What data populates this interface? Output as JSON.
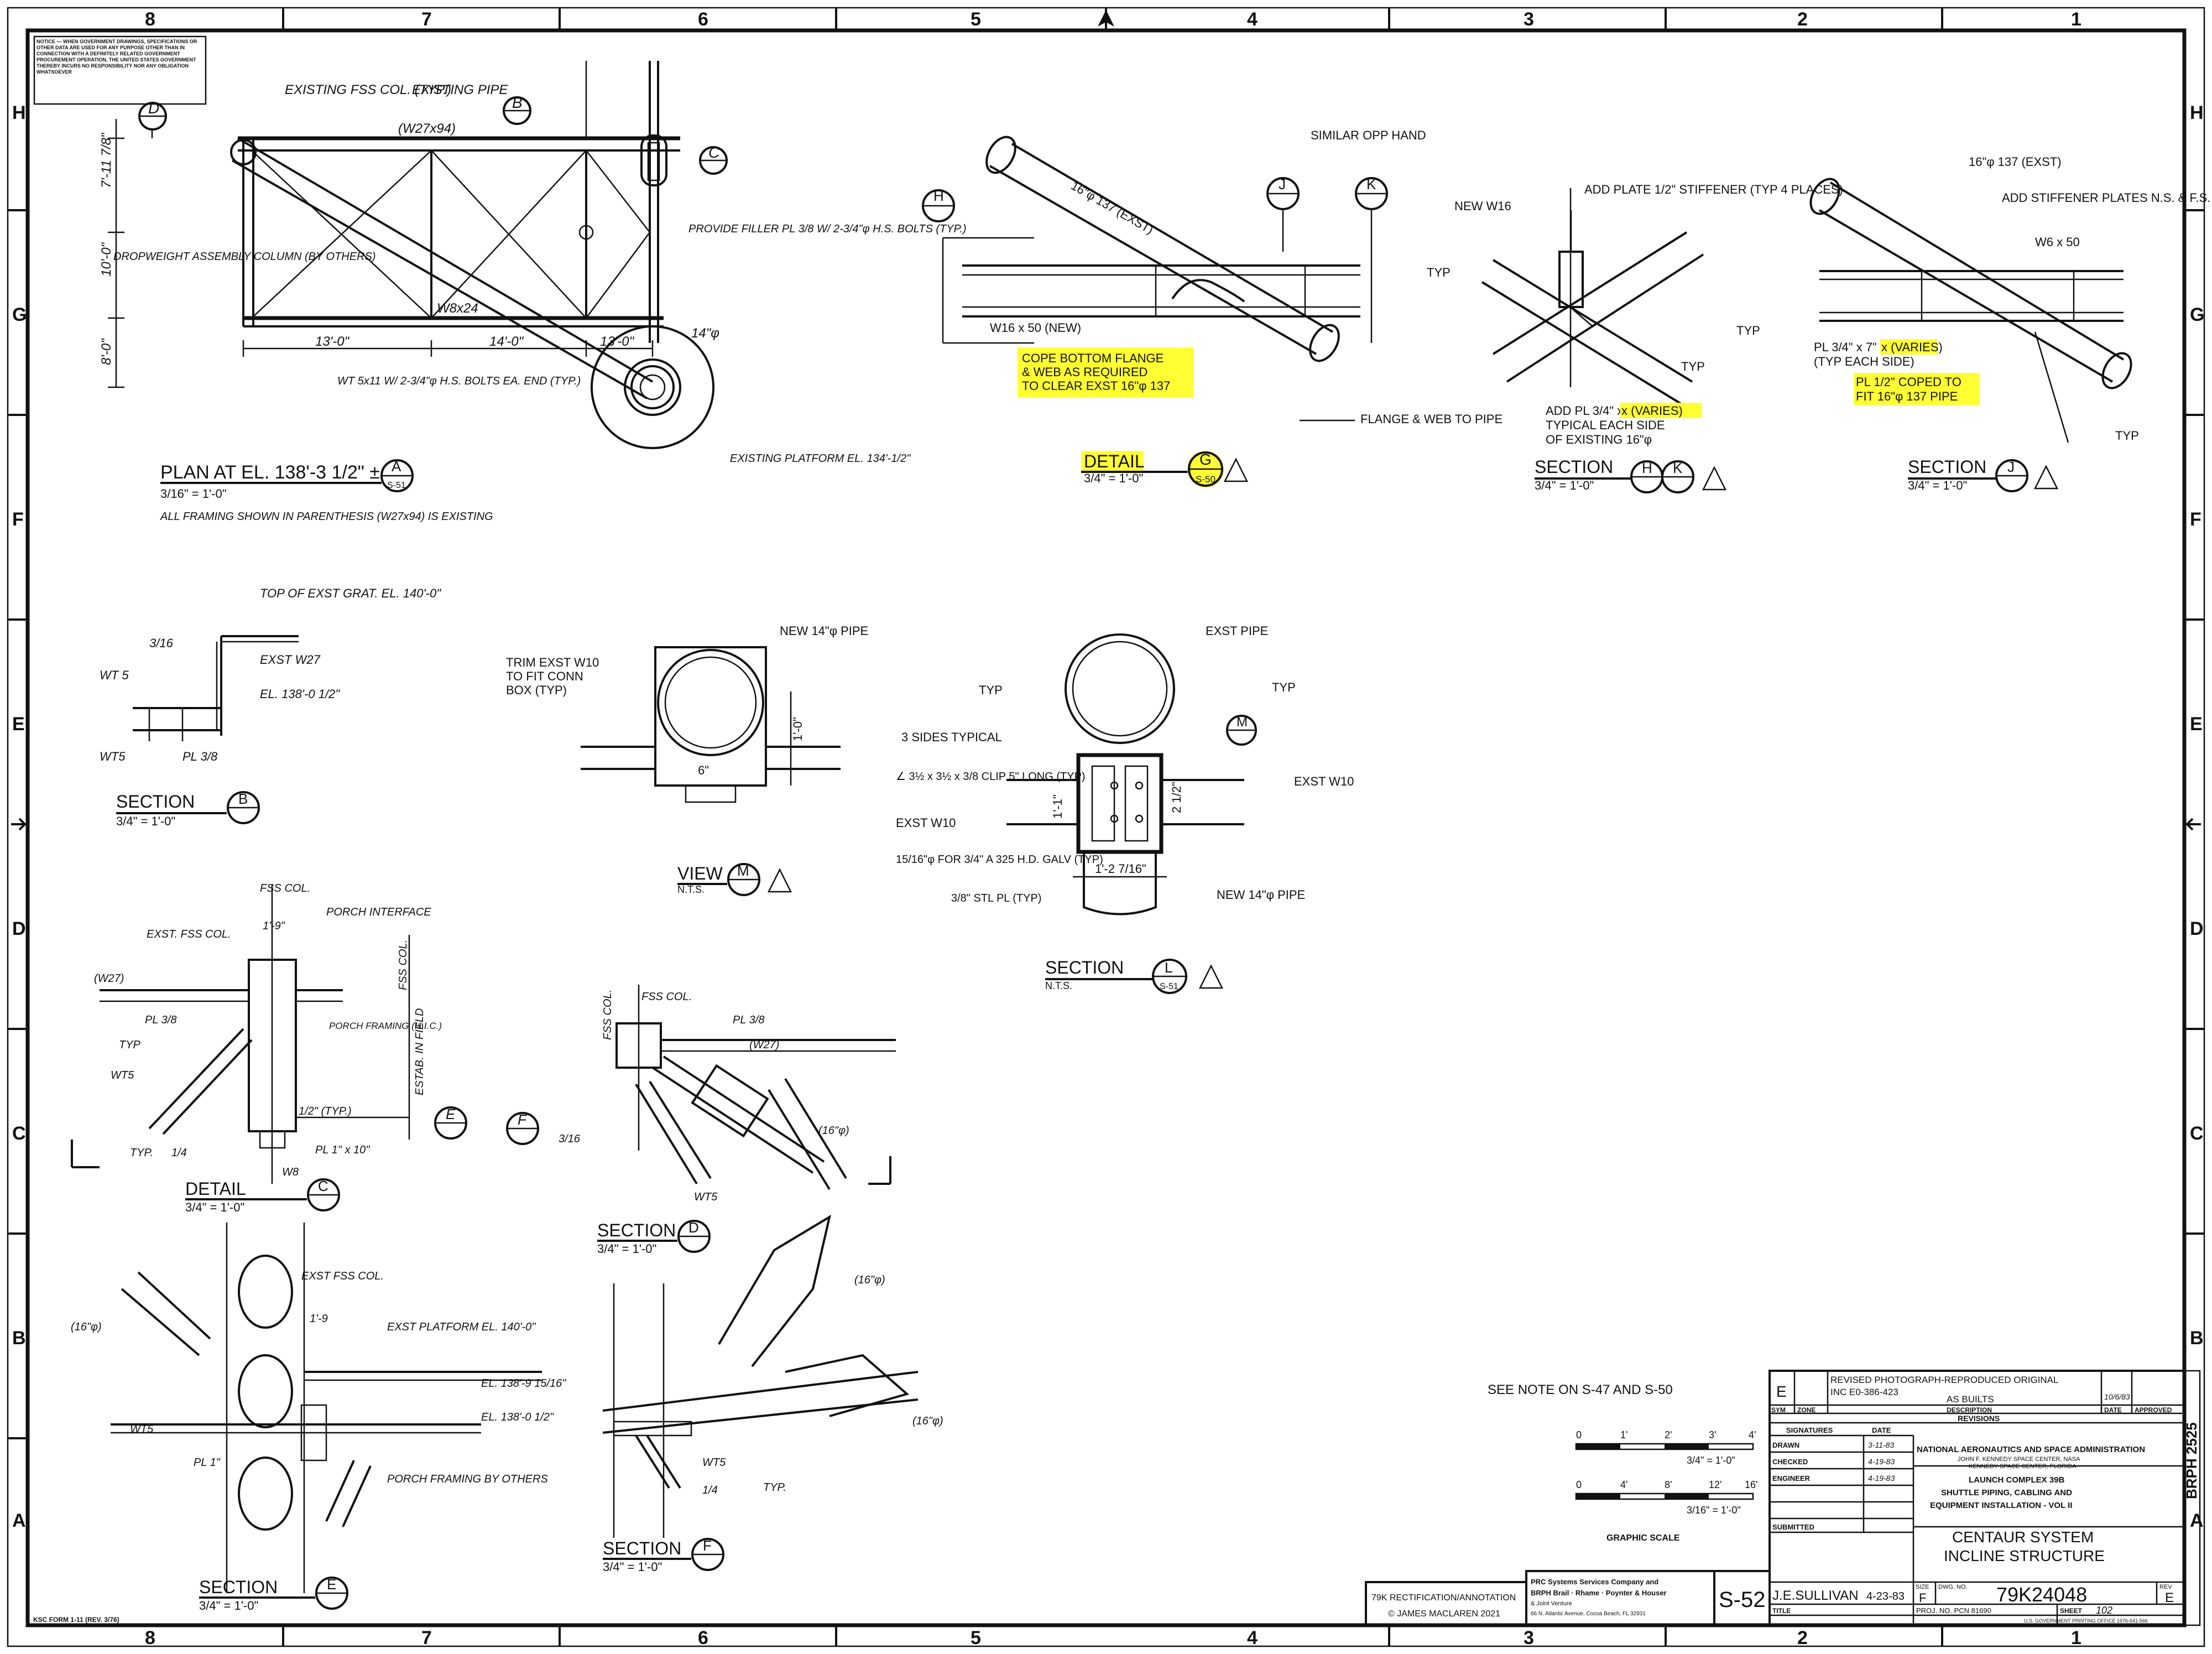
{
  "border": {
    "cols_top": [
      "8",
      "7",
      "6",
      "5",
      "4",
      "3",
      "2",
      "1"
    ],
    "cols_bottom": [
      "8",
      "7",
      "6",
      "5",
      "4",
      "3",
      "2",
      "1"
    ],
    "rows": [
      "H",
      "G",
      "F",
      "E",
      "D",
      "C",
      "B",
      "A"
    ]
  },
  "notice_box": "NOTICE — WHEN GOVERNMENT DRAWINGS, SPECIFICATIONS OR OTHER DATA ARE USED FOR ANY PURPOSE OTHER THAN IN CONNECTION WITH A DEFINITELY RELATED GOVERNMENT PROCUREMENT OPERATION, THE UNITED STATES GOVERNMENT THEREBY INCURS NO RESPONSIBILITY NOR ANY OBLIGATION WHATSOEVER",
  "plan": {
    "title": "PLAN AT EL. 138'-3 1/2\" ±",
    "scale": "3/16\" = 1'-0\"",
    "note": "ALL FRAMING SHOWN IN PARENTHESIS (W27x94) IS EXISTING",
    "ref_letter": "A",
    "ref_sheet": "S-51",
    "labels": {
      "existing_fss": "EXISTING FSS COL. (TYP.)",
      "existing_pipe": "EXISTING PIPE",
      "w27": "(W27x94)",
      "filler": "PROVIDE FILLER PL 3/8 W/ 2-3/4\"φ H.S. BOLTS (TYP.)",
      "dropweight": "DROPWEIGHT ASSEMBLY COLUMN (BY OTHERS)",
      "w8x24": "W8x24",
      "wt5": "WT 5x11 W/ 2-3/4\"φ H.S. BOLTS EA. END (TYP.)",
      "platform": "EXISTING PLATFORM EL. 134'-1/2\"",
      "pipe14": "14\"φ",
      "dim1": "13'-0\"",
      "dim2": "14'-0\"",
      "dim3": "13'-0\"",
      "v1": "7'-11 7/8\"",
      "v2": "10'-0\"",
      "v3": "8'-0\"",
      "bubble_d": "D",
      "bubble_b": "B",
      "bubble_c": "C"
    }
  },
  "detail_g": {
    "similar": "SIMILAR OPP HAND",
    "pipe": "16\"φ 137 (EXST)",
    "beam": "W16 x 50 (NEW)",
    "cope": [
      "COPE BOTTOM FLANGE",
      "& WEB AS REQUIRED",
      "TO CLEAR EXST 16\"φ 137"
    ],
    "flange": "FLANGE & WEB TO PIPE",
    "title": "DETAIL",
    "letter": "G",
    "sheet": "S-50",
    "scale": "3/4\" = 1'-0\"",
    "bubbles": [
      "H",
      "J",
      "K"
    ]
  },
  "section_hk": {
    "new_w16": "NEW W16",
    "plate": "ADD PLATE 1/2\" STIFFENER (TYP 4 PLACES)",
    "add_pl_a": "ADD PL 3/4\" x 7\"",
    "add_pl_b": "x (VARIES)",
    "add_pl_c": "TYPICAL EACH SIDE",
    "add_pl_d": "OF EXISTING 16\"φ",
    "typ": "TYP",
    "title": "SECTION",
    "l1": "H",
    "l2": "K",
    "scale": "3/4\" = 1'-0\""
  },
  "section_j": {
    "pipe": "16\"φ 137 (EXST)",
    "stiff": "ADD STIFFENER PLATES N.S. & F.S.",
    "w6": "W6 x 50",
    "pl_a": "PL 3/4\" x 7\"",
    "pl_b": "x (VARIES)",
    "pl_c": "(TYP EACH SIDE)",
    "pl_d": "PL 1/2\" COPED TO",
    "pl_e": "FIT 16\"φ 137 PIPE",
    "typ": "TYP",
    "title": "SECTION",
    "letter": "J",
    "scale": "3/4\" = 1'-0\""
  },
  "section_b": {
    "top": "TOP OF EXST GRAT. EL. 140'-0\"",
    "w27": "EXST W27",
    "el": "EL. 138'-0 1/2\"",
    "wt5": "WT 5",
    "wt5b": "WT5",
    "pl": "PL 3/8",
    "weld": "3/16",
    "title": "SECTION",
    "letter": "B",
    "scale": "3/4\" = 1'-0\""
  },
  "view_m": {
    "pipe": "NEW 14\"φ PIPE",
    "trim": [
      "TRIM EXST W10",
      "TO FIT CONN",
      "BOX (TYP)"
    ],
    "dim": "1'-0\"",
    "dim2": "6\"",
    "title": "VIEW",
    "letter": "M",
    "scale": "N.T.S."
  },
  "section_l": {
    "exst_pipe": "EXST PIPE",
    "typ1": "TYP",
    "typ2": "TYP",
    "sides": "3 SIDES TYPICAL",
    "clip": "∠ 3½ x 3½ x 3/8 CLIP 5\" LONG (TYP)",
    "w10": "EXST W10",
    "w10b": "EXST W10",
    "bolt": "15/16\"φ FOR 3/4\" A 325 H.D. GALV (TYP)",
    "stl": "3/8\" STL PL (TYP)",
    "new_pipe": "NEW 14\"φ PIPE",
    "dim": "1'-2 7/16\"",
    "dim2": "1'-1\"",
    "dim3": "2 1/2\"",
    "title": "SECTION",
    "letter": "L",
    "sheet": "S-51",
    "scale": "N.T.S."
  },
  "detail_c": {
    "fss": "FSS COL.",
    "exst_fss": "EXST. FSS COL.",
    "porch": "PORCH INTERFACE",
    "dim": "1'-9\"",
    "w27": "(W27)",
    "pl": "PL 3/8",
    "typ": "TYP",
    "porch_framing": "PORCH FRAMING (H.I.C.)",
    "estab": "ESTAB. IN FIELD",
    "wt5": "WT5",
    "w8": "W8",
    "half": "1/2\" (TYP.)",
    "pl1": "PL 1\" x 10\"",
    "typ2": "TYP.",
    "frac": "1/4",
    "fss_col": "FSS COL.",
    "title": "DETAIL",
    "letter": "C",
    "scale": "3/4\" = 1'-0\""
  },
  "section_d": {
    "fss": "FSS COL.",
    "fss2": "FSS COL.",
    "pl": "PL 3/8",
    "w27": "(W27)",
    "pipe": "(16\"φ)",
    "wt5": "WT5",
    "weld": "3/16",
    "title": "SECTION",
    "letter": "D",
    "scale": "3/4\" = 1'-0\""
  },
  "section_e": {
    "fss": "EXST FSS COL.",
    "platform": "EXST PLATFORM EL. 140'-0\"",
    "el1": "EL. 138'-9 15/16\"",
    "el2": "EL. 138'-0 1/2\"",
    "dim": "1'-9",
    "wt5": "WT5",
    "pl1": "PL 1\"",
    "porch": "PORCH FRAMING BY OTHERS",
    "pipe": "(16\"φ)",
    "title": "SECTION",
    "letter": "E",
    "scale": "3/4\" = 1'-0\""
  },
  "section_f": {
    "pipe1": "(16\"φ)",
    "pipe2": "(16\"φ)",
    "wt5": "WT5",
    "frac": "1/4",
    "typ": "TYP.",
    "title": "SECTION",
    "letter": "F",
    "scale": "3/4\" = 1'-0\""
  },
  "see_note": "SEE NOTE ON S-47 AND S-50",
  "graphic_scale": {
    "label": "GRAPHIC SCALE",
    "top_ticks": [
      "0",
      "1'",
      "2'",
      "3'",
      "4'"
    ],
    "top_scale": "3/4\" = 1'-0\"",
    "bot_ticks": [
      "0",
      "4'",
      "8'",
      "12'",
      "16'"
    ],
    "bot_scale": "3/16\" = 1'-0\""
  },
  "title_block": {
    "rev_sym": "E",
    "rev_desc1": "REVISED PHOTOGRAPH-REPRODUCED ORIGINAL",
    "rev_desc2": "INC E0-386-423",
    "rev_desc3": "AS BUILTS",
    "rev_date": "10/6/83",
    "col_sym": "SYM",
    "col_zone": "ZONE",
    "col_desc": "DESCRIPTION",
    "col_date": "DATE",
    "col_appr": "APPROVED",
    "revisions": "REVISIONS",
    "signatures": "SIGNATURES",
    "date": "DATE",
    "drawn": "DRAWN",
    "checked": "CHECKED",
    "engineer": "ENGINEER",
    "d1": "3-11-83",
    "d2": "4-19-83",
    "d3": "4-19-83",
    "agency": "NATIONAL AERONAUTICS AND SPACE ADMINISTRATION",
    "center": "JOHN F. KENNEDY SPACE CENTER, NASA",
    "center2": "KENNEDY SPACE CENTER, FLORIDA",
    "project1": "LAUNCH COMPLEX 39B",
    "project2": "SHUTTLE PIPING, CABLING AND",
    "project3": "EQUIPMENT INSTALLATION - VOL II",
    "title1": "CENTAUR SYSTEM",
    "title2": "INCLINE STRUCTURE",
    "submitted": "SUBMITTED",
    "size_label": "SIZE",
    "size": "F",
    "dwg_label": "DWG. NO.",
    "dwg_no": "79K24048",
    "rev_label": "REV",
    "rev": "E",
    "sheet_no": "S-52",
    "designer": "J.E.SULLIVAN",
    "designer_date": "4-23-83",
    "title_label": "TITLE",
    "proj_no": "PROJ. NO. PCN 81690",
    "sheet_label": "SHEET",
    "sheet": "102",
    "side_tag": "BRPH 2525",
    "contractor1": "PRC Systems Services Company and",
    "contractor2": "BRPH Brail · Rhame · Poynter & Houser",
    "contractor3": "& Joint Venture",
    "contractor4": "66 N. Atlantic Avenue, Cocoa Beach, FL 32931",
    "gpo": "U.S. GOVERNMENT PRINTING OFFICE 1976-641-566"
  },
  "rectification": {
    "line1": "79K RECTIFICATION/ANNOTATION",
    "line2": "© JAMES MACLAREN 2021"
  },
  "form": "KSC FORM 1-11 (REV. 3/76)"
}
